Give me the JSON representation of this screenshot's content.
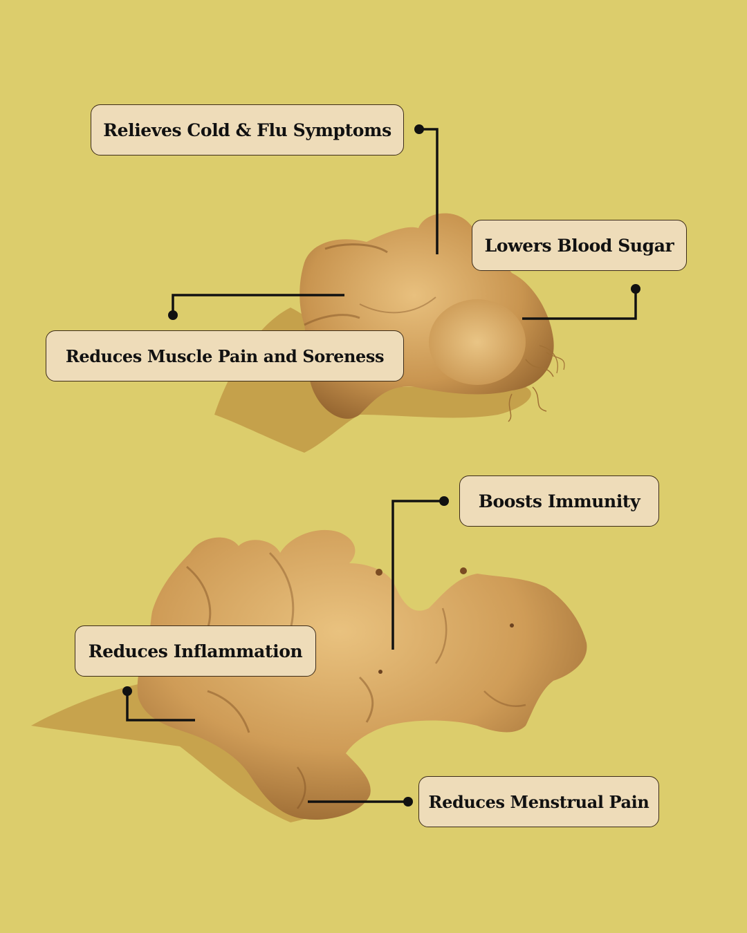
{
  "benefits": {
    "cold_flu": "Relieves Cold & Flu Symptoms",
    "blood_sugar": "Lowers Blood Sugar",
    "muscle_pain": "Reduces Muscle Pain and Soreness",
    "immunity": "Boosts Immunity",
    "inflammation": "Reduces Inflammation",
    "menstrual_pain": "Reduces Menstrual Pain"
  },
  "colors": {
    "background": "#dccd6c",
    "label_fill": "#eedcb9",
    "label_border": "#3b2a17",
    "connector": "#111111",
    "ginger_light": "#dcae6c",
    "ginger_dark": "#9c6a34",
    "shadow": "#b88a3c"
  }
}
